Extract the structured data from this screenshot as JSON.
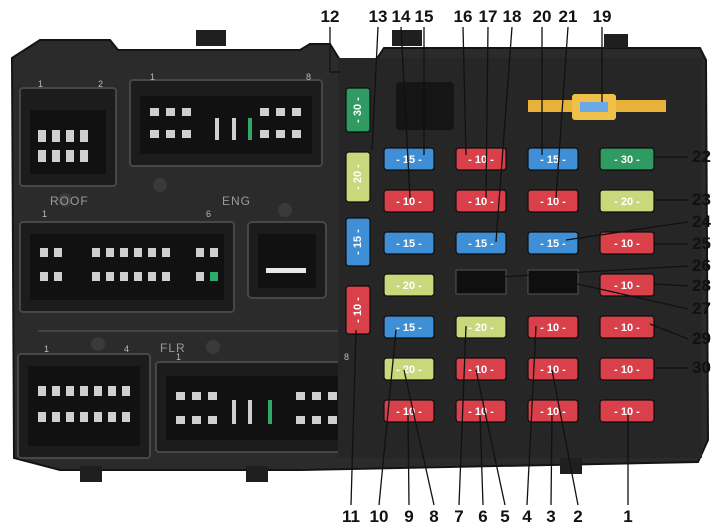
{
  "colors": {
    "housing": "#2b2b2c",
    "housing_edge": "#1a1a1a",
    "fuse_red": "#d9404a",
    "fuse_blue": "#3f8fd6",
    "fuse_yellow": "#c9d87a",
    "fuse_green": "#2f9a62",
    "relay_amber": "#e8b23a"
  },
  "callouts_top": [
    "12",
    "13",
    "14",
    "15",
    "16",
    "17",
    "18",
    "20",
    "21",
    "19"
  ],
  "callouts_right": [
    "22",
    "23",
    "24",
    "25",
    "26",
    "28",
    "27",
    "29",
    "30"
  ],
  "callouts_bottom": [
    "11",
    "10",
    "9",
    "8",
    "7",
    "6",
    "5",
    "4",
    "3",
    "2",
    "1"
  ],
  "connector_labels": {
    "roof": "ROOF",
    "eng": "ENG",
    "flr": "FLR",
    "pin_1": "1",
    "pin_2": "2",
    "pin_4": "4",
    "pin_6": "6",
    "pin_8": "8"
  },
  "fuse_ratings": {
    "f1": "10",
    "f2": "10",
    "f3": "10",
    "f4": "10",
    "f5": "10",
    "f6": "10",
    "f7": "20",
    "f8": "20",
    "f9": "10",
    "f10": "15",
    "f11": "10",
    "f12": "30",
    "f13": "20",
    "f14": "10",
    "f15": "15",
    "f16": "10",
    "f17": "10",
    "f18": "15",
    "f20": "15",
    "f21": "10",
    "f22": "30",
    "f23": "20",
    "f24": "15",
    "f25": "10",
    "f28": "10",
    "f29": "10",
    "f30": "10",
    "f15b": "15",
    "f29b": "20"
  }
}
